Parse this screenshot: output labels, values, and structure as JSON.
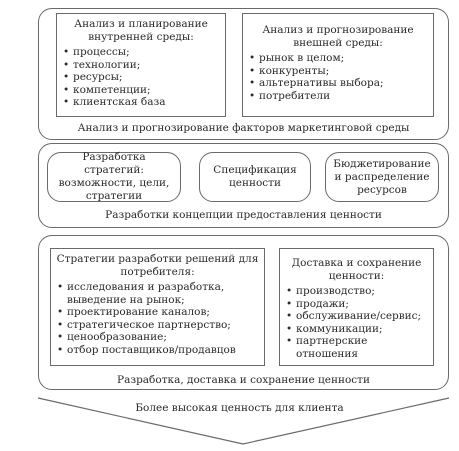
{
  "top_panel": {
    "left_box": {
      "title": "Анализ и планирование внутренней среды:",
      "items": [
        "процессы;",
        "технологии;",
        "ресурсы;",
        "компетенции;",
        "клиентская база"
      ]
    },
    "right_box": {
      "title": "Анализ и прогнозирование внешней среды:",
      "items": [
        "рынок в целом;",
        "конкуренты;",
        "альтернативы выбора;",
        "потребители"
      ]
    },
    "caption": "Анализ и прогнозирование факторов маркетинговой среды"
  },
  "middle_panel": {
    "pills": [
      "Разработка стратегий: возможности, цели, стратегии",
      "Спецификация ценности",
      "Бюджетирование и распределение ресурсов"
    ],
    "caption": "Разработки концепции предоставления ценности"
  },
  "bottom_panel": {
    "left_box": {
      "title": "Стратегии разработки решений для потребителя:",
      "items": [
        "исследования и разработка, выведение на рынок;",
        "проектирование каналов;",
        "стратегическое партнерство;",
        "ценообразование;",
        "отбор поставщиков/продавцов"
      ]
    },
    "right_box": {
      "title": "Доставка и сохранение ценности:",
      "items": [
        "производство;",
        "продажи;",
        "обслуживание/сервис;",
        "коммуникации;",
        "партнерские отношения"
      ]
    },
    "caption": "Разработка, доставка и сохранение ценности"
  },
  "arrow": {
    "label": "Более высокая ценность для клиента"
  }
}
